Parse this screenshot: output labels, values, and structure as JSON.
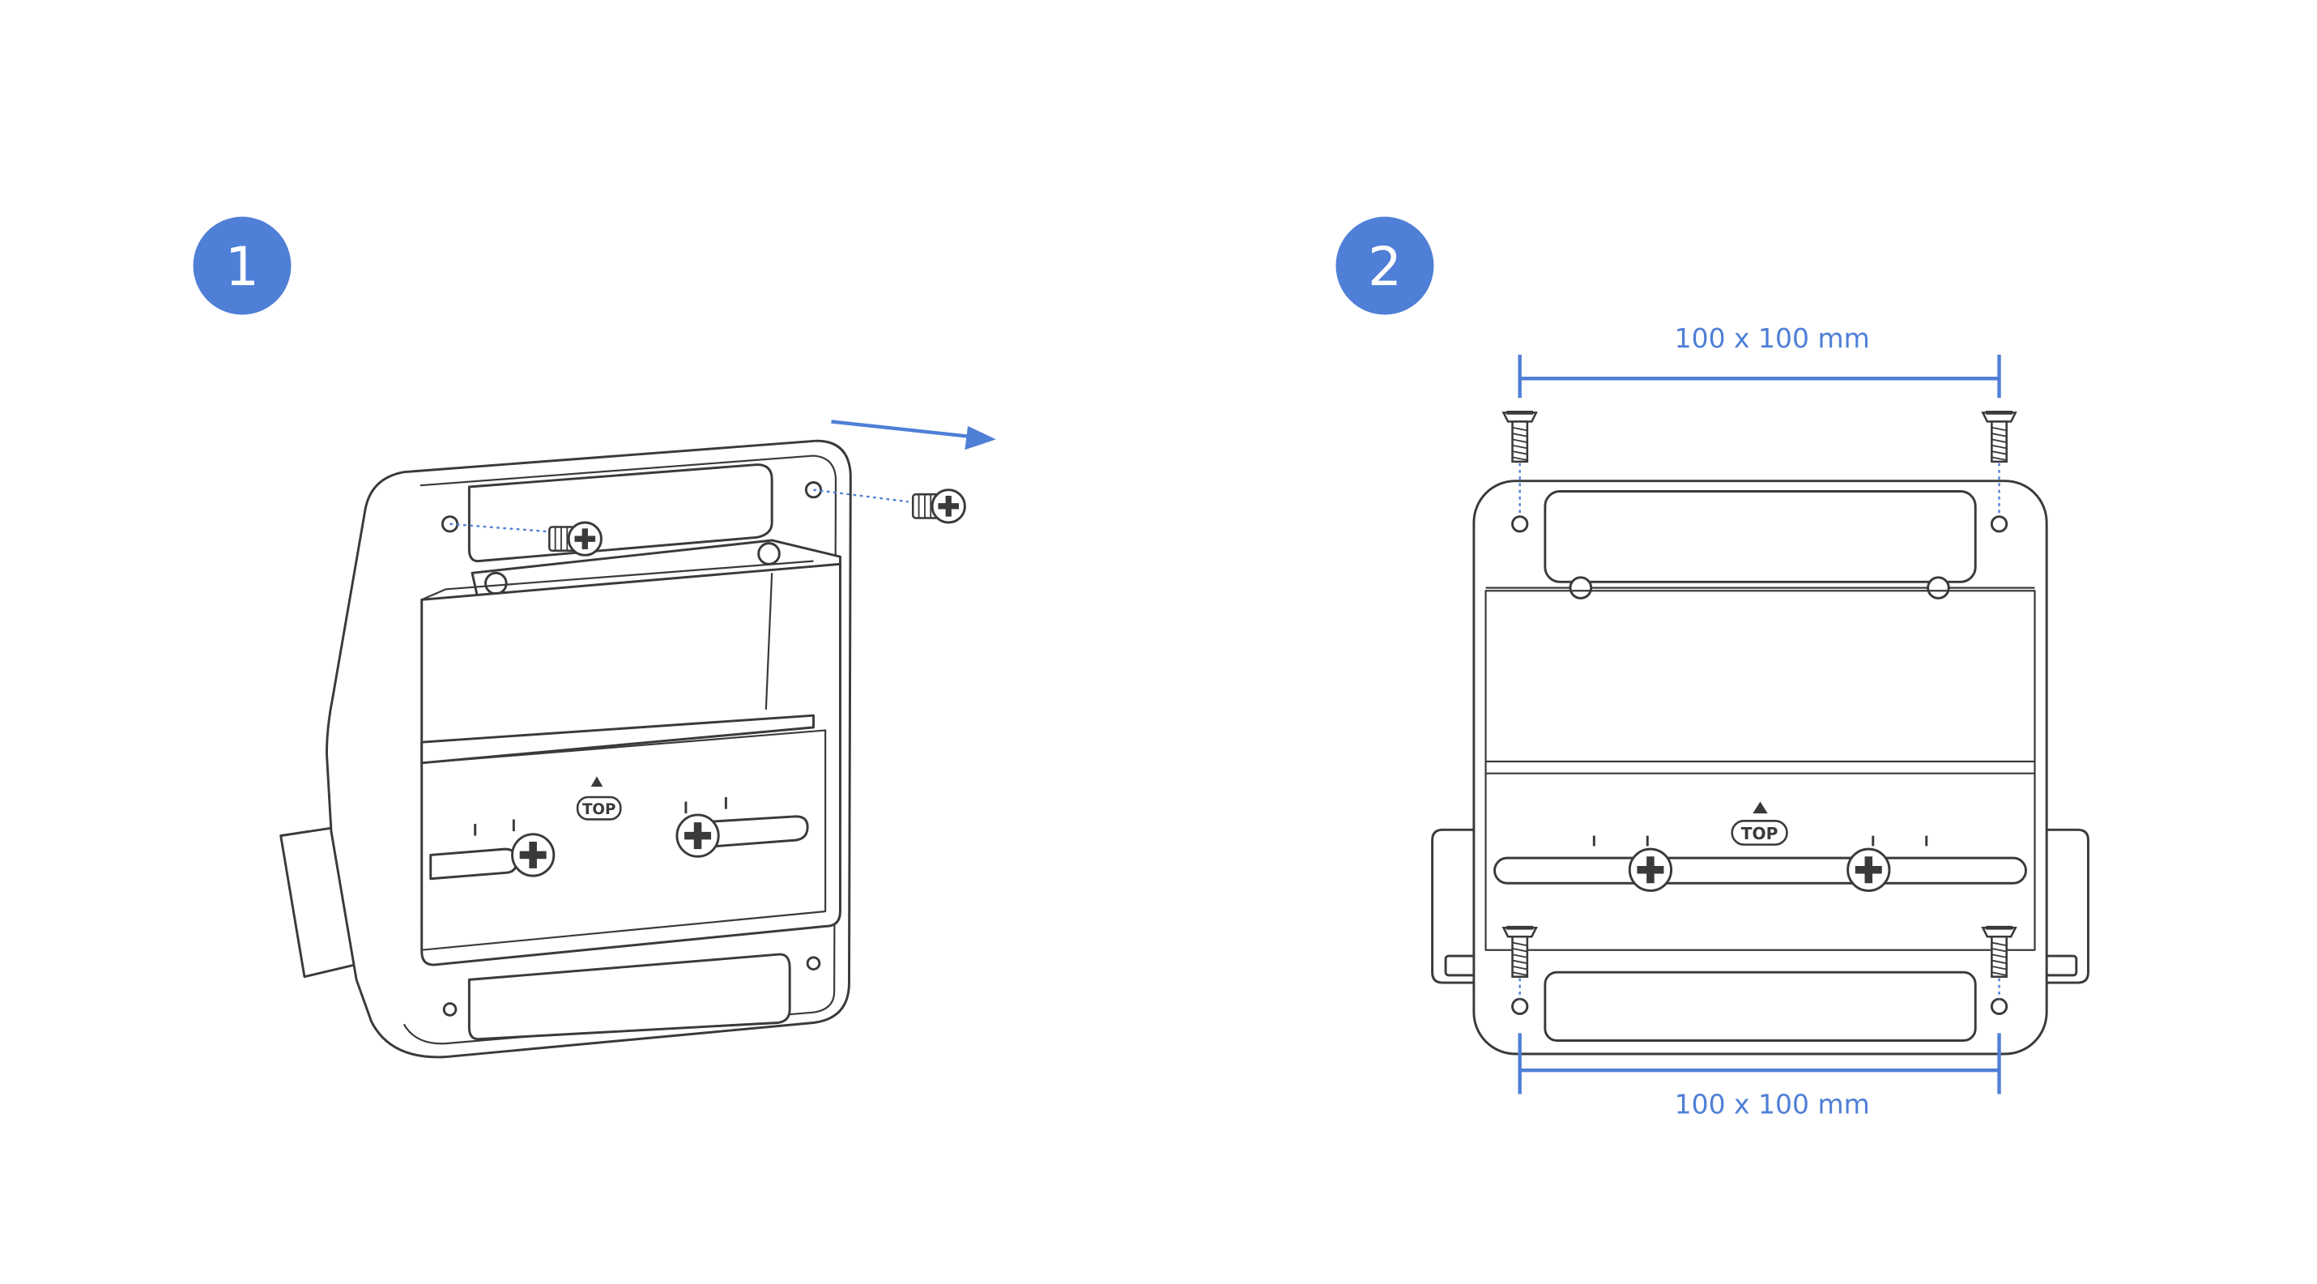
{
  "steps": [
    {
      "number": "1"
    },
    {
      "number": "2"
    }
  ],
  "plate_marking": "TOP",
  "dimension_label_top": "100 x 100 mm",
  "dimension_label_bottom": "100 x 100 mm",
  "colors": {
    "accent": "#4f7fd6",
    "line": "#3a3a3a",
    "fill": "#ffffff"
  },
  "icons": [
    "step-badge",
    "direction-arrow-icon",
    "screw-icon",
    "crosshead-screw-icon",
    "top-arrow-icon"
  ]
}
